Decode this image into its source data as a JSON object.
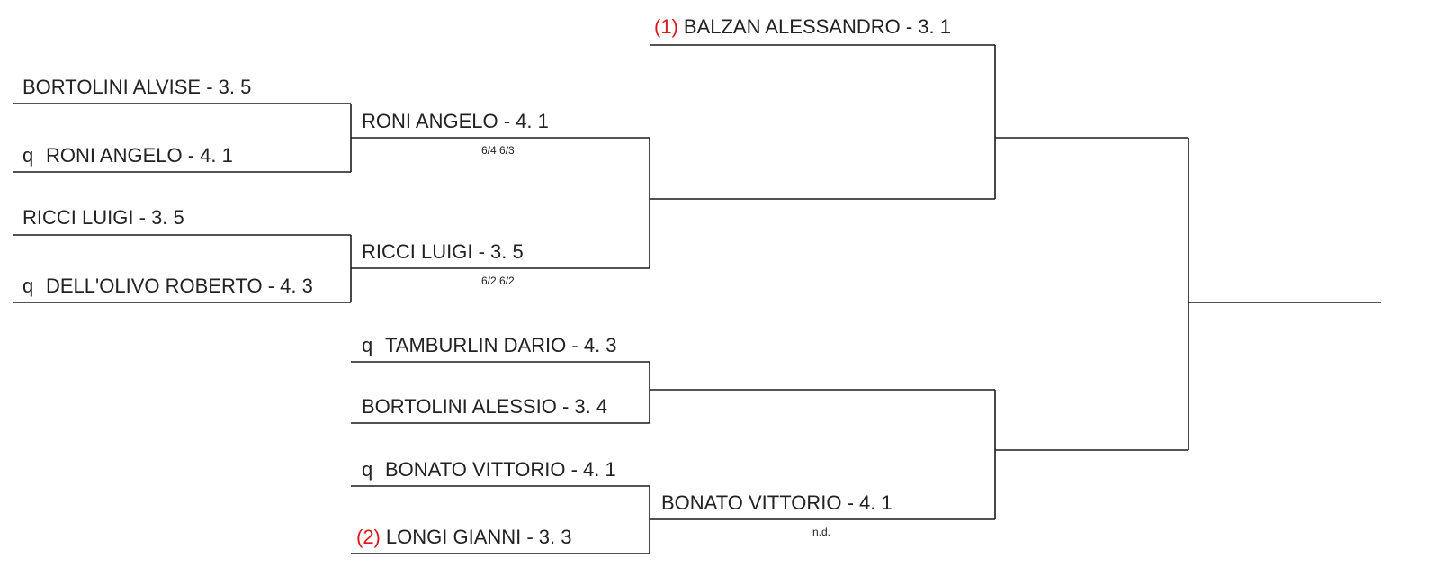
{
  "colors": {
    "line": "#1a1a1a",
    "text": "#222222",
    "seed": "#e0161c"
  },
  "bracket": {
    "round1": [
      {
        "qualifier": "",
        "seed": "",
        "name": "BORTOLINI ALVISE - 3. 5"
      },
      {
        "qualifier": "q",
        "seed": "",
        "name": "RONI ANGELO - 4. 1"
      },
      {
        "qualifier": "",
        "seed": "",
        "name": "RICCI LUIGI - 3. 5"
      },
      {
        "qualifier": "q",
        "seed": "",
        "name": "DELL'OLIVO ROBERTO - 4. 3"
      }
    ],
    "round2": [
      {
        "qualifier": "",
        "seed": "",
        "name": "RONI ANGELO - 4. 1",
        "score": "6/4 6/3"
      },
      {
        "qualifier": "",
        "seed": "",
        "name": "RICCI LUIGI - 3. 5",
        "score": "6/2 6/2"
      },
      {
        "qualifier": "q",
        "seed": "",
        "name": "TAMBURLIN DARIO - 4. 3"
      },
      {
        "qualifier": "",
        "seed": "",
        "name": "BORTOLINI ALESSIO - 3. 4"
      },
      {
        "qualifier": "q",
        "seed": "",
        "name": "BONATO VITTORIO - 4. 1"
      },
      {
        "qualifier": "",
        "seed": "(2)",
        "name": "LONGI GIANNI - 3. 3"
      }
    ],
    "round3": [
      {
        "qualifier": "",
        "seed": "(1)",
        "name": "BALZAN ALESSANDRO - 3. 1"
      },
      {
        "qualifier": "",
        "seed": "",
        "name": "BONATO VITTORIO - 4. 1",
        "score": "n.d."
      }
    ]
  }
}
